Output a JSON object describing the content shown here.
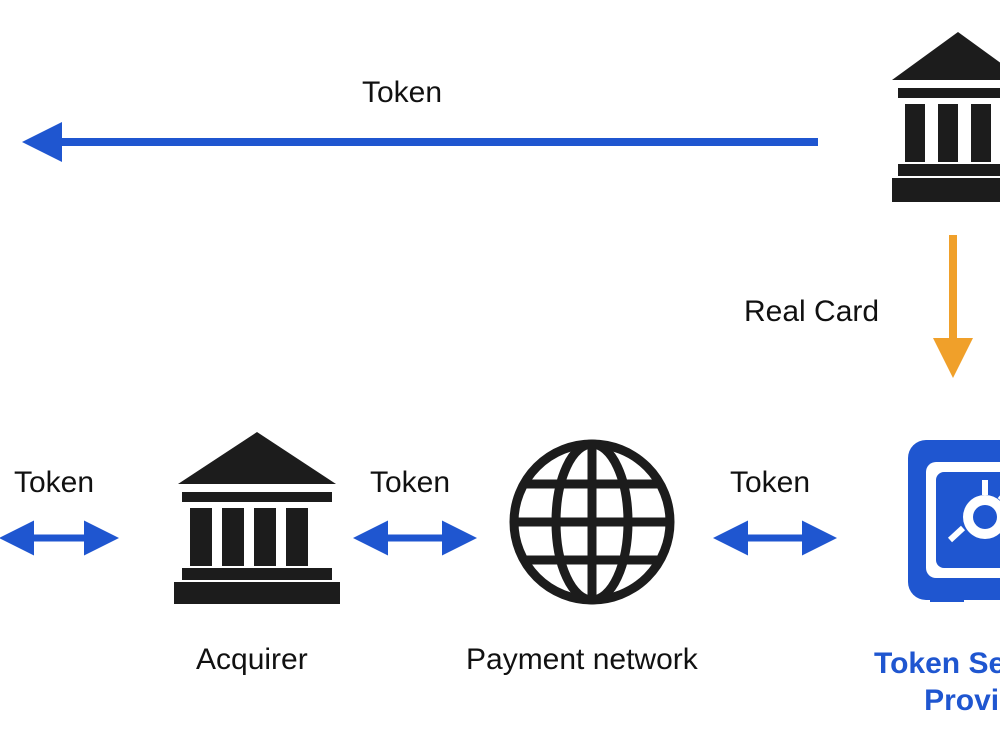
{
  "colors": {
    "token_flow": "#1f56d0",
    "real_card_flow": "#f0a02a",
    "icon_dark": "#1c1c1c",
    "provider": "#1f56d0"
  },
  "top_flow": {
    "label": "Token"
  },
  "issuer_flow": {
    "label": "Real Card"
  },
  "bottom_flow": {
    "left_label": "Token",
    "acquirer_network_label": "Token",
    "network_provider_label": "Token"
  },
  "nodes": {
    "issuer": {
      "icon": "bank-icon"
    },
    "acquirer": {
      "label": "Acquirer",
      "icon": "bank-icon"
    },
    "payment_network": {
      "label": "Payment network",
      "icon": "globe-icon"
    },
    "token_service_provider": {
      "label_line1": "Token Se",
      "label_line2": "Provi",
      "icon": "vault-icon"
    }
  }
}
